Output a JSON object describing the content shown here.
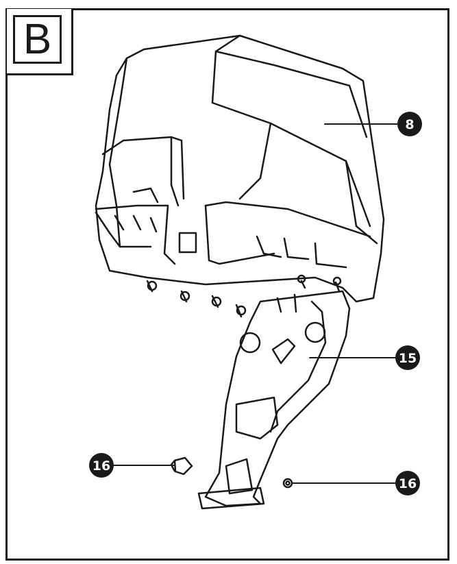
{
  "panel": {
    "label": "B"
  },
  "callouts": [
    {
      "number": "8",
      "part": "housing"
    },
    {
      "number": "15",
      "part": "mounting-bracket"
    },
    {
      "number": "16",
      "part": "screw"
    },
    {
      "number": "16",
      "part": "nut"
    }
  ],
  "colors": {
    "line": "#1a1a1a",
    "background": "#ffffff"
  }
}
